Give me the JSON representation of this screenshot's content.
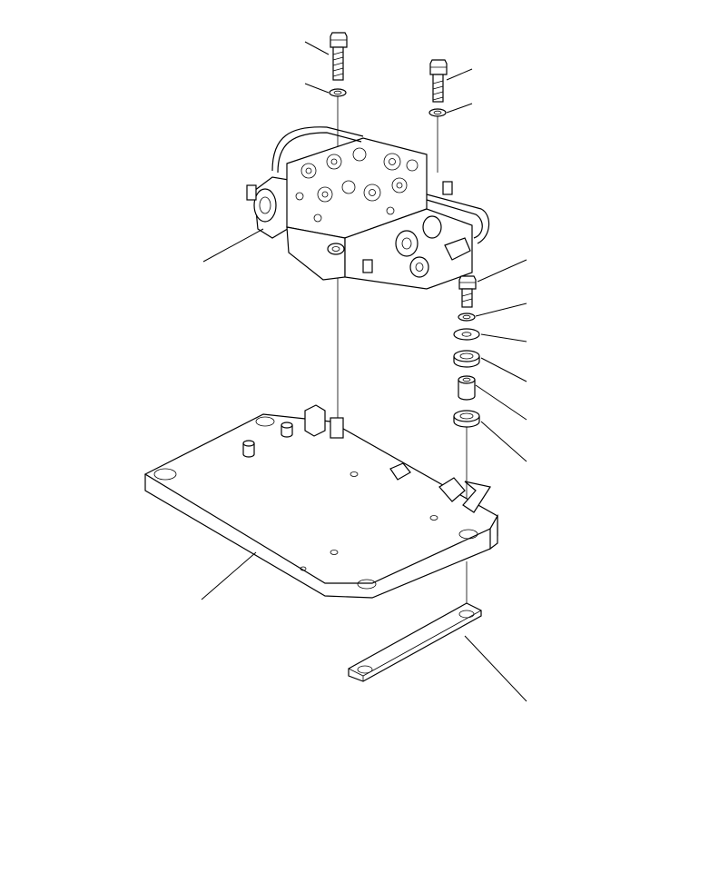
{
  "diagram": {
    "line_color": "#000000",
    "background": "#ffffff",
    "parts": [
      {
        "id": "bolt-upper-left"
      },
      {
        "id": "washer-upper-left"
      },
      {
        "id": "bolt-upper-right"
      },
      {
        "id": "washer-upper-right"
      },
      {
        "id": "control-valve"
      },
      {
        "id": "bolt-right"
      },
      {
        "id": "lock-washer-right"
      },
      {
        "id": "flat-washer-right"
      },
      {
        "id": "cushion-upper"
      },
      {
        "id": "collar"
      },
      {
        "id": "cushion-lower"
      },
      {
        "id": "mounting-bracket"
      },
      {
        "id": "strap-plate"
      }
    ]
  }
}
